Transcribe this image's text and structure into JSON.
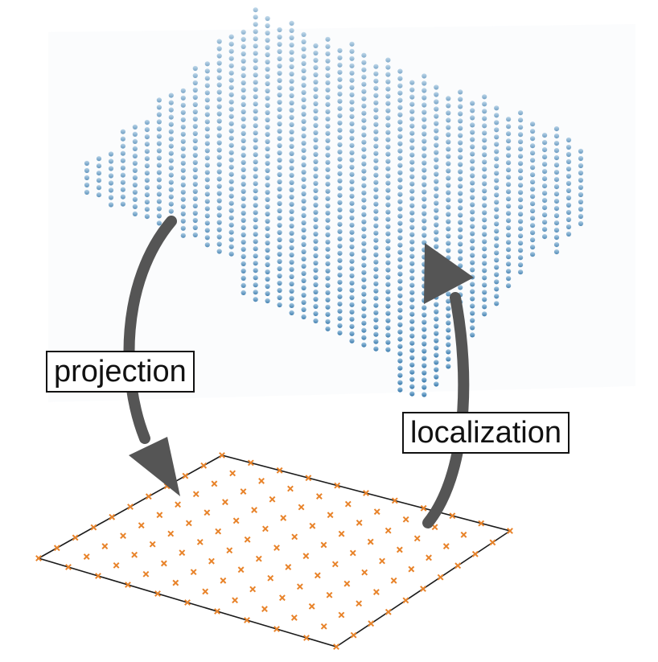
{
  "labels": {
    "projection": "projection",
    "localization": "localization"
  },
  "colors": {
    "cloud_top": "#9cc3df",
    "cloud_bottom": "#2f73a8",
    "grid_markers": "#e8832a",
    "grid_outline": "#1a1a1a",
    "arrows": "#555555"
  },
  "icons": {
    "cloud_point": "blue-dot",
    "grid_point": "orange-x-marker"
  }
}
